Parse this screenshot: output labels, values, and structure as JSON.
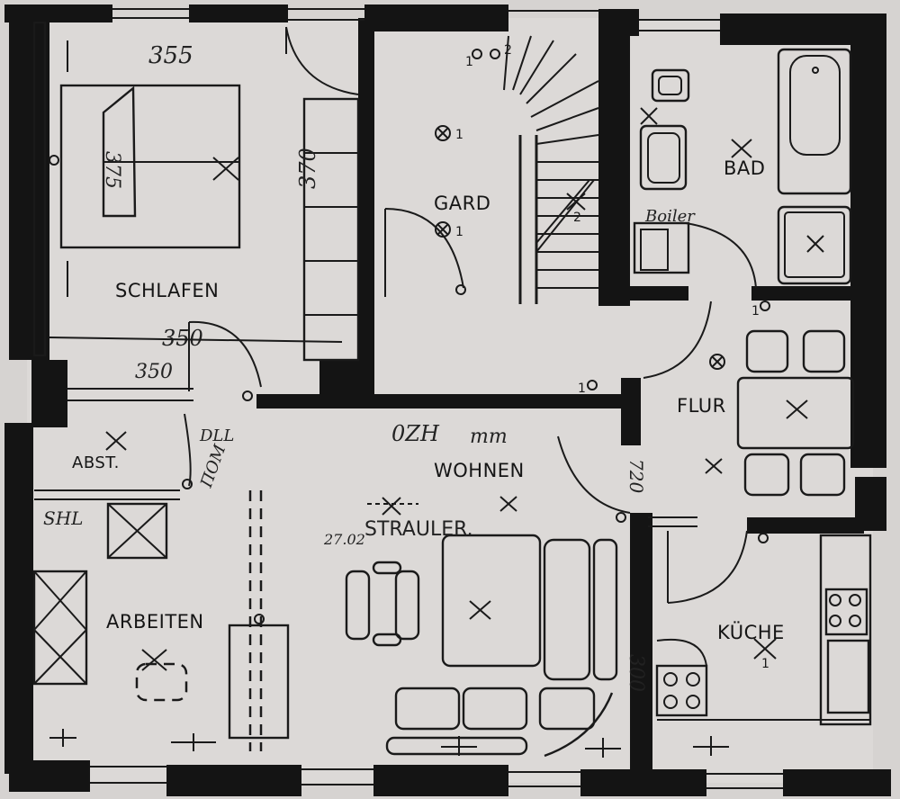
{
  "rooms": {
    "schlafen": "SCHLAFEN",
    "gard": "GARD",
    "bad": "BAD",
    "abst": "ABST.",
    "flur": "FLUR",
    "wohnen": "WOHNEN",
    "arbeiten": "ARBEITEN",
    "kueche": "KÜCHE"
  },
  "handwritten": {
    "top_dim": "355",
    "left_dim": "375",
    "wardrobe_dim": "370",
    "schlafen_dim_a": "350",
    "schlafen_dim_b": "350",
    "door_dim_a": "DLL",
    "door_dim_b": "ПОМ",
    "wohnen_dim": "0ZH",
    "wohnen_unit": "mm",
    "arbeiten_dim": "SHL",
    "strauler": "STRAULER.",
    "strauler_sub": "27.02",
    "flur_dim": "720",
    "kueche_dim": "300",
    "boiler": "Boiler"
  },
  "symbols": {
    "gard_light_1": "1",
    "gard_light_2": "1",
    "stair_1": "1",
    "stair_2": "2",
    "stair_bottom": "2",
    "bad_light": "1",
    "kueche_light": "1",
    "flur_switch": "1"
  }
}
